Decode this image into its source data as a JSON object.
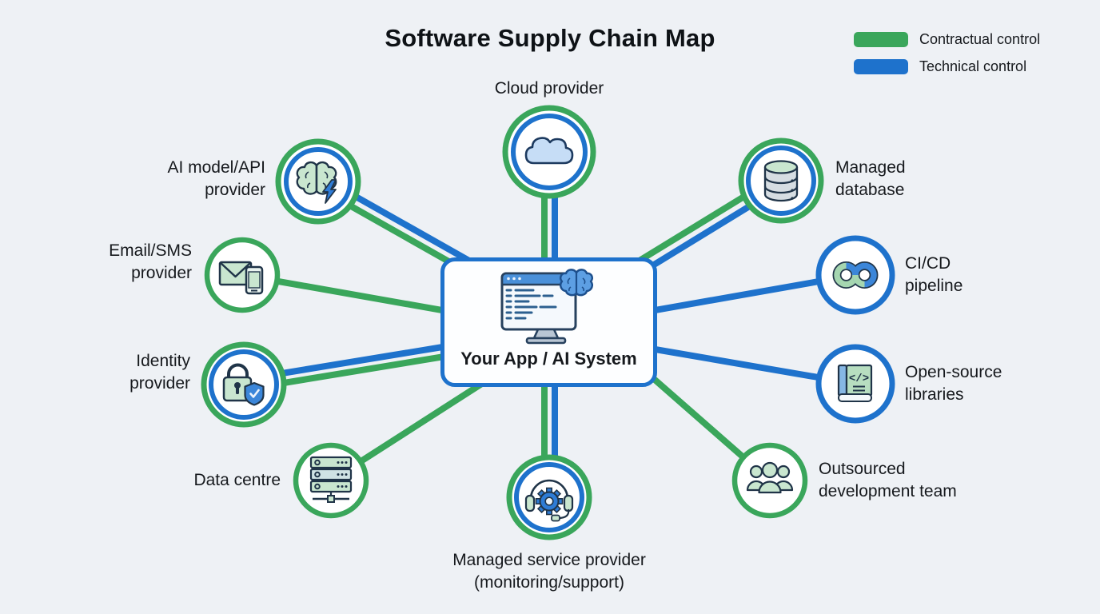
{
  "title": "Software Supply Chain Map",
  "legend": {
    "items": [
      {
        "label": "Contractual control",
        "color": "#3aa65b"
      },
      {
        "label": "Technical control",
        "color": "#1e72cc"
      }
    ]
  },
  "colors": {
    "contractual": "#3aa65b",
    "technical": "#1e72cc",
    "background": "#eef1f5",
    "text": "#16191d"
  },
  "center": {
    "label": "Your App / AI System",
    "icon": "monitor-code-brain-icon"
  },
  "nodes": [
    {
      "id": "cloud-provider",
      "lines": [
        "Cloud provider"
      ],
      "controls": [
        "contractual",
        "technical"
      ],
      "icon": "cloud-icon",
      "position": "top"
    },
    {
      "id": "ai-model-api-provider",
      "lines": [
        "AI model/API",
        "provider"
      ],
      "controls": [
        "contractual",
        "technical"
      ],
      "icon": "brain-bolt-icon",
      "position": "upper-left"
    },
    {
      "id": "email-sms-provider",
      "lines": [
        "Email/SMS",
        "provider"
      ],
      "controls": [
        "contractual"
      ],
      "icon": "email-phone-icon",
      "position": "left"
    },
    {
      "id": "identity-provider",
      "lines": [
        "Identity",
        "provider"
      ],
      "controls": [
        "contractual",
        "technical"
      ],
      "icon": "lock-shield-icon",
      "position": "lower-left"
    },
    {
      "id": "data-centre",
      "lines": [
        "Data centre"
      ],
      "controls": [
        "contractual"
      ],
      "icon": "server-rack-icon",
      "position": "bottom-left"
    },
    {
      "id": "managed-service-provider",
      "lines": [
        "Managed service provider",
        "(monitoring/support)"
      ],
      "controls": [
        "contractual",
        "technical"
      ],
      "icon": "headset-gear-icon",
      "position": "bottom"
    },
    {
      "id": "outsourced-development-team",
      "lines": [
        "Outsourced",
        "development team"
      ],
      "controls": [
        "contractual"
      ],
      "icon": "team-icon",
      "position": "bottom-right"
    },
    {
      "id": "open-source-libraries",
      "lines": [
        "Open-source",
        "libraries"
      ],
      "controls": [
        "technical"
      ],
      "icon": "code-book-icon",
      "position": "lower-right"
    },
    {
      "id": "ci-cd-pipeline",
      "lines": [
        "CI/CD",
        "pipeline"
      ],
      "controls": [
        "technical"
      ],
      "icon": "infinity-icon",
      "position": "right"
    },
    {
      "id": "managed-database",
      "lines": [
        "Managed",
        "database"
      ],
      "controls": [
        "contractual",
        "technical"
      ],
      "icon": "database-icon",
      "position": "upper-right"
    }
  ]
}
